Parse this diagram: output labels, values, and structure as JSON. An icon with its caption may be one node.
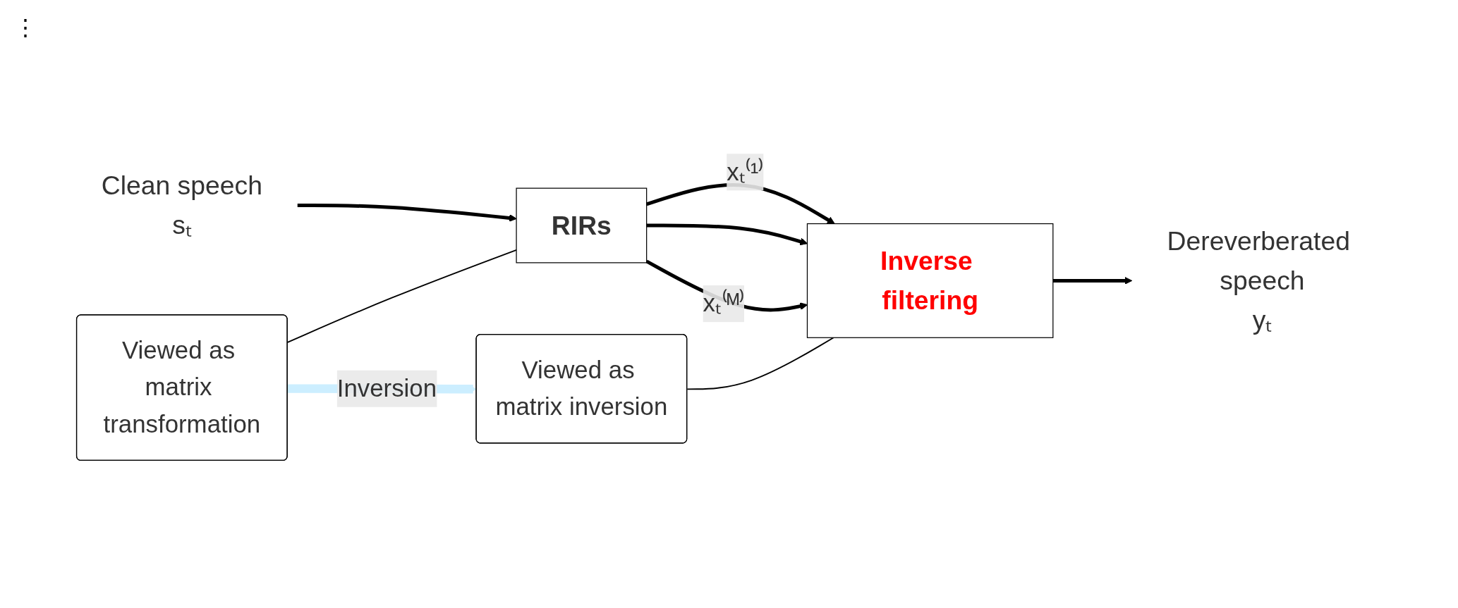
{
  "diagram": {
    "nodes": [
      {
        "text": [
          "sₜ"
        ],
        "beside": [
          "Clean speech"
        ]
      },
      {
        "text": [
          "RIRs"
        ]
      },
      {
        "text": [
          "Inverse filtering"
        ]
      },
      {
        "text": [
          "yₜ"
        ],
        "beside": [
          "Dereverberated speech"
        ]
      },
      {
        "text": [
          "Viewed as matrix transformation"
        ]
      },
      {
        "text": [
          "Viewed as matrix inversion"
        ]
      }
    ],
    "edges": [
      {
        "from": 0,
        "to": 1,
        "arrow": "to"
      },
      {
        "from": 1,
        "to": 2,
        "arrow": "to",
        "label": "xₜ⁽¹⁾"
      },
      {
        "from": 1,
        "to": 2,
        "arrow": "to"
      },
      {
        "from": 1,
        "to": 2,
        "arrow": "to",
        "label": "xₜ⁽ᴹ⁾"
      },
      {
        "from": 2,
        "to": 3,
        "arrow": "to"
      },
      {
        "from": 4,
        "to": 1,
        "arrow": "none"
      },
      {
        "from": 5,
        "to": 2,
        "arrow": "none"
      },
      {
        "from": 4,
        "to": 5,
        "arrow": "to",
        "style": "thick",
        "color": "#cceeff",
        "label": "Inversion"
      }
    ],
    "labels": [
      "⋮"
    ]
  }
}
